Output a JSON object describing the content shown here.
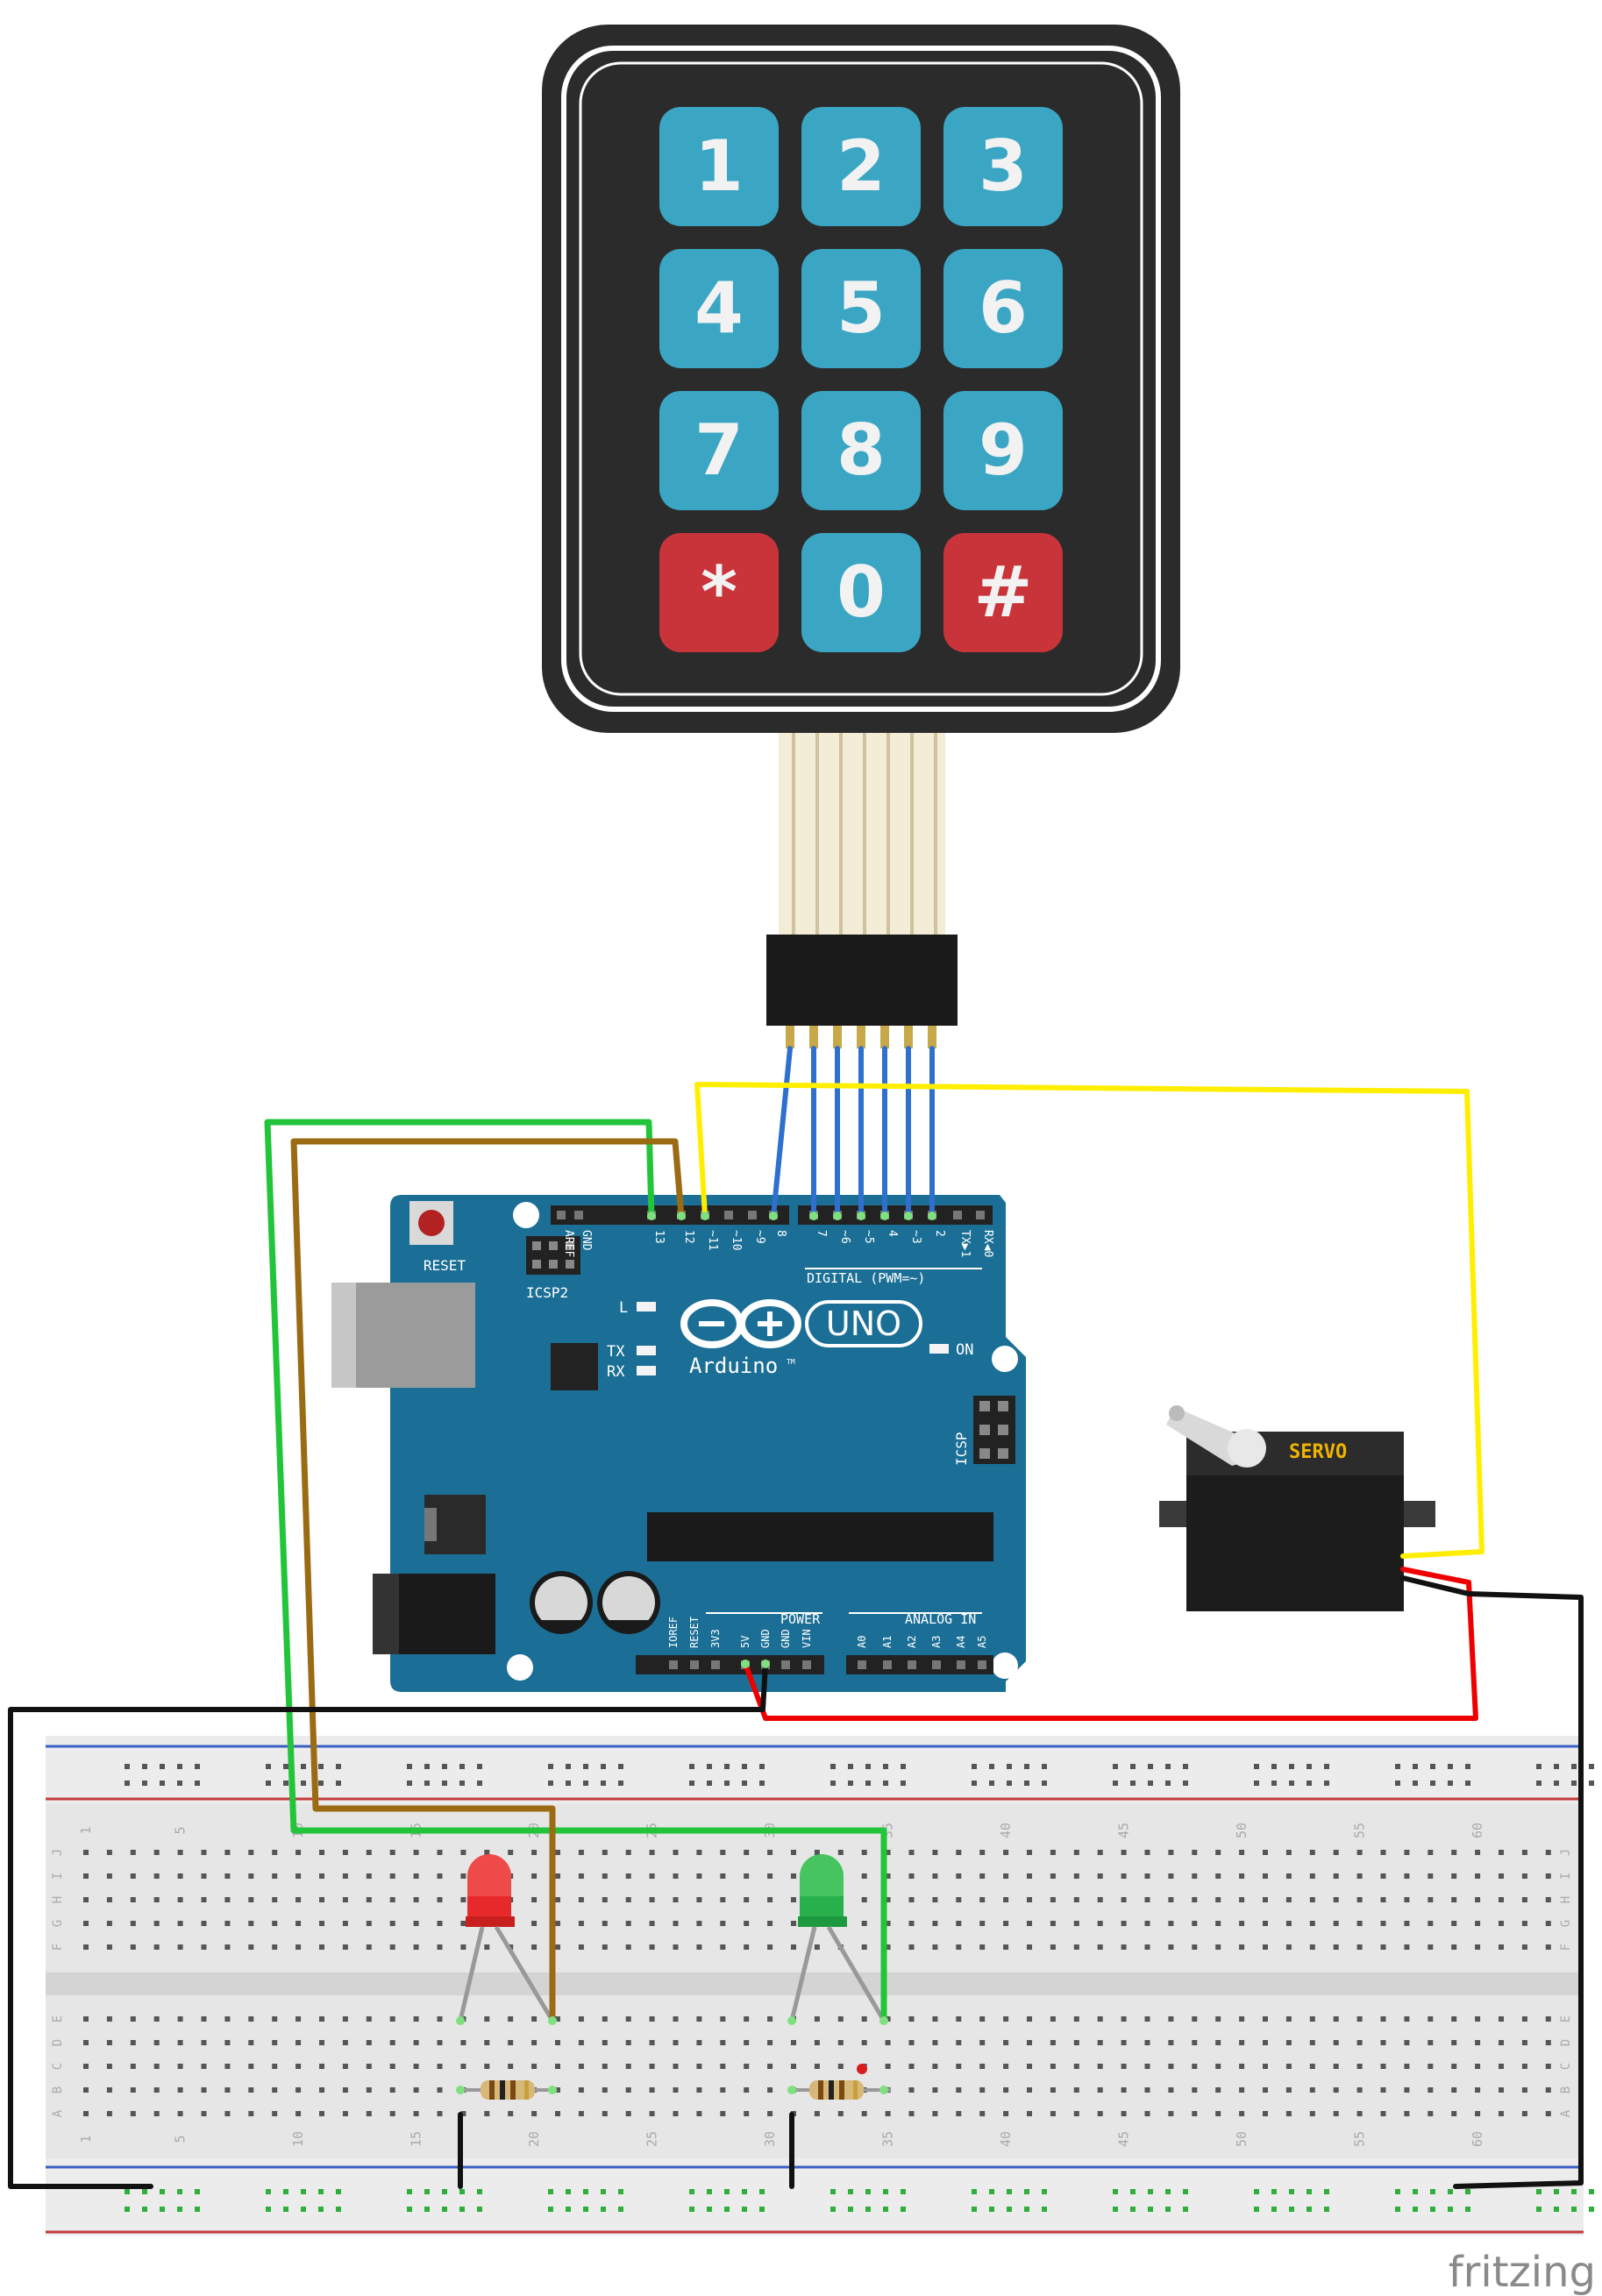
{
  "keypad": {
    "keys": [
      "1",
      "2",
      "3",
      "4",
      "5",
      "6",
      "7",
      "8",
      "9",
      "*",
      "0",
      "#"
    ],
    "colors": {
      "body": "#2b2b2b",
      "key": "#3aa6c4",
      "special_key": "#c8343a",
      "key_text": "#f2f2f2"
    }
  },
  "arduino": {
    "logo": "UNO",
    "brand": "Arduino",
    "trademark": "TM",
    "reset_label": "RESET",
    "icsp2_label": "ICSP2",
    "icsp_label": "ICSP",
    "l_label": "L",
    "tx_label": "TX",
    "rx_label": "RX",
    "on_label": "ON",
    "digital_label": "DIGITAL (PWM=~)",
    "power_label": "POWER",
    "analog_label": "ANALOG IN",
    "digital_pins": [
      "AREF",
      "GND",
      "13",
      "12",
      "~11",
      "~10",
      "~9",
      "8",
      "7",
      "~6",
      "~5",
      "4",
      "~3",
      "2",
      "TX▶1",
      "RX◀0"
    ],
    "power_pins": [
      "IOREF",
      "RESET",
      "3V3",
      "5V",
      "GND",
      "GND",
      "VIN"
    ],
    "analog_pins": [
      "A0",
      "A1",
      "A2",
      "A3",
      "A4",
      "A5"
    ],
    "colors": {
      "board": "#1b6f96",
      "header": "#222222"
    }
  },
  "servo": {
    "label": "SERVO",
    "label_color": "#f0b400"
  },
  "breadboard": {
    "column_numbers": [
      "1",
      "5",
      "10",
      "15",
      "20",
      "25",
      "30",
      "35",
      "40",
      "45",
      "50",
      "55",
      "60"
    ],
    "row_letters_top": [
      "J",
      "I",
      "H",
      "G",
      "F"
    ],
    "row_letters_bottom": [
      "E",
      "D",
      "C",
      "B",
      "A"
    ]
  },
  "leds": [
    {
      "color_name": "red",
      "color": "#e8292b"
    },
    {
      "color_name": "green",
      "color": "#27b04b"
    }
  ],
  "wires": {
    "green": "#22c43a",
    "brown": "#9a6b12",
    "yellow": "#ffee00",
    "red": "#ee0000",
    "black": "#111111",
    "blue": "#2f6fce"
  },
  "footer": {
    "watermark": "fritzing"
  }
}
